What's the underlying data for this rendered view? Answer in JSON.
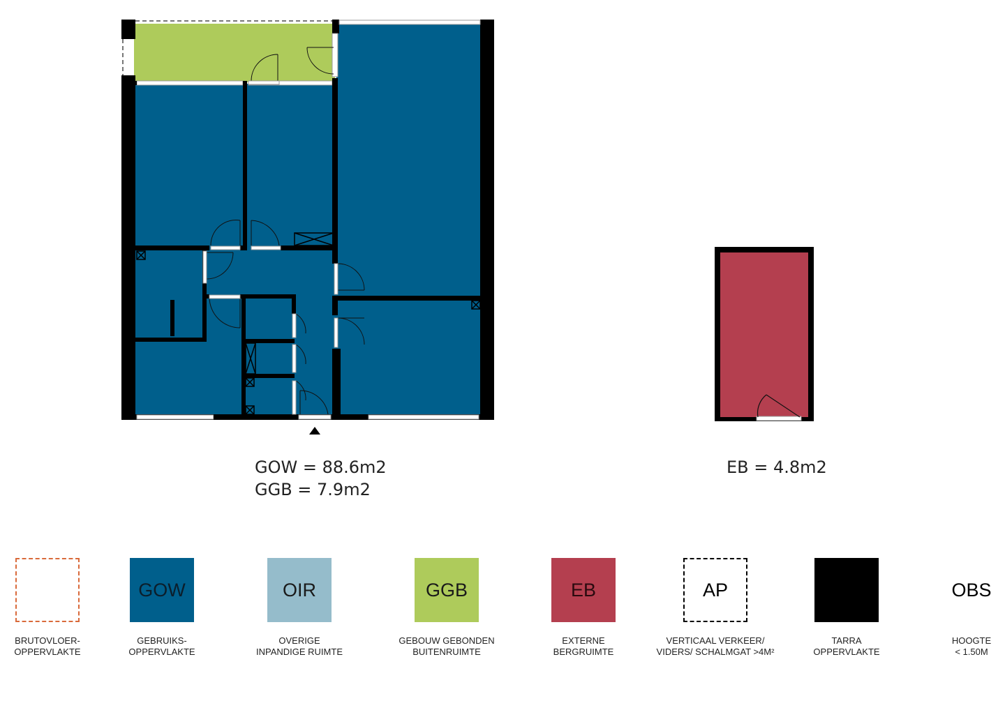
{
  "colors": {
    "gow": "#005f8c",
    "oir": "#95bccb",
    "ggb": "#aecb5b",
    "eb": "#b43f4f",
    "tarra": "#000000",
    "bvo_outline": "#d96a3b"
  },
  "plan": {
    "gow_area": "GOW = 88.6m2",
    "ggb_area": "GGB = 7.9m2",
    "eb_area": "EB = 4.8m2",
    "entrance_icon": "triangle-up-icon"
  },
  "legend": [
    {
      "code": "",
      "label1": "BRUTOVLOER-",
      "label2": "OPPERVLAKTE",
      "style": "bvo"
    },
    {
      "code": "GOW",
      "label1": "GEBRUIKS-",
      "label2": "OPPERVLAKTE",
      "style": "gow"
    },
    {
      "code": "OIR",
      "label1": "OVERIGE",
      "label2": "INPANDIGE RUIMTE",
      "style": "oir"
    },
    {
      "code": "GGB",
      "label1": "GEBOUW GEBONDEN",
      "label2": "BUITENRUIMTE",
      "style": "ggb"
    },
    {
      "code": "EB",
      "label1": "EXTERNE",
      "label2": "BERGRUIMTE",
      "style": "eb"
    },
    {
      "code": "AP",
      "label1": "VERTICAAL VERKEER/",
      "label2": "VIDERS/ SCHALMGAT >4M²",
      "style": "ap"
    },
    {
      "code": "",
      "label1": "TARRA",
      "label2": "OPPERVLAKTE",
      "style": "tarra"
    },
    {
      "code": "OBS",
      "label1": "HOOGTE",
      "label2": "< 1.50M",
      "style": "obs"
    }
  ]
}
